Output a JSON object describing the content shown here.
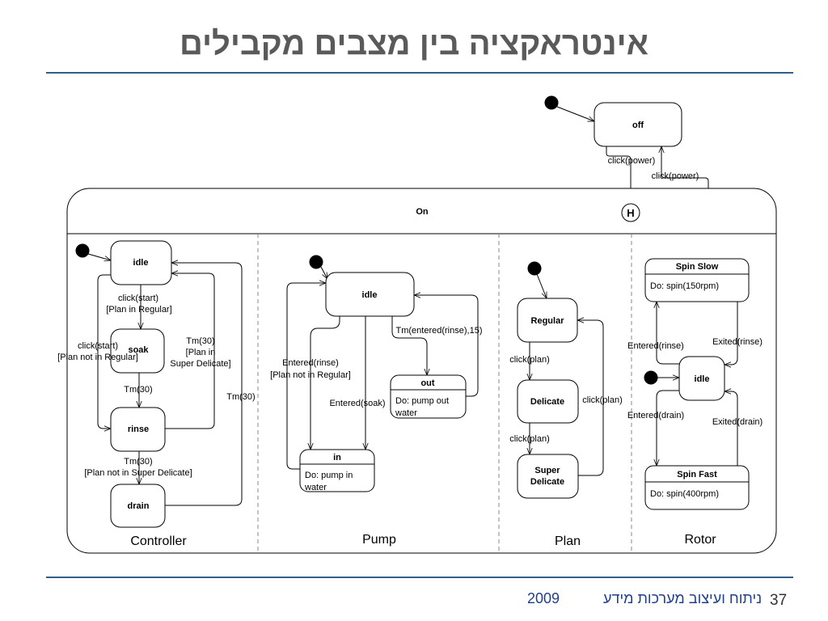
{
  "title": "אינטראקציה בין מצבים מקבילים",
  "footer": {
    "course": "ניתוח  ועיצוב מערכות מידע",
    "year": "2009",
    "page": "37"
  },
  "states": {
    "off": "off",
    "on": "On",
    "history": "H",
    "ctrl_idle": "idle",
    "ctrl_soak": "soak",
    "ctrl_rinse": "rinse",
    "ctrl_drain": "drain",
    "pump_idle": "idle",
    "pump_out": "out",
    "pump_out_do_1": "Do: pump out",
    "pump_out_do_2": "water",
    "pump_in": "in",
    "pump_in_do_1": "Do: pump in",
    "pump_in_do_2": "water",
    "plan_regular": "Regular",
    "plan_delicate": "Delicate",
    "plan_super_1": "Super",
    "plan_super_2": "Delicate",
    "rotor_spin_slow": "Spin Slow",
    "rotor_spin_slow_do": "Do: spin(150rpm)",
    "rotor_idle": "idle",
    "rotor_spin_fast": "Spin Fast",
    "rotor_spin_fast_do": "Do: spin(400rpm)"
  },
  "regions": {
    "controller": "Controller",
    "pump": "Pump",
    "plan": "Plan",
    "rotor": "Rotor"
  },
  "transitions": {
    "off_to_on": "click(power)",
    "on_to_off": "click(power)",
    "idle_to_soak_1": "click(start)",
    "idle_to_soak_2": "[Plan in Regular]",
    "idle_to_rinse_1": "click(start)",
    "idle_to_rinse_2": "[Plan not in Regular]",
    "soak_to_rinse": "Tm(30)",
    "rinse_to_idle_1": "Tm(30)",
    "rinse_to_idle_2": "[Plan in",
    "rinse_to_idle_3": "Super Delicate]",
    "rinse_to_drain_1": "Tm(30)",
    "rinse_to_drain_2": "[Plan not in Super Delicate]",
    "drain_to_idle": "Tm(30)",
    "pump_idle_to_in_1": "Entered(rinse)",
    "pump_idle_to_in_2": "[Plan not in Regular]",
    "pump_idle_to_in_soak": "Entered(soak)",
    "pump_idle_to_out": "Tm(entered(rinse),15)",
    "regular_to_delicate": "click(plan)",
    "delicate_to_super": "click(plan)",
    "super_to_regular": "click(plan)",
    "rotor_idle_to_slow": "Entered(rinse)",
    "rotor_slow_to_idle": "Exited(rinse)",
    "rotor_idle_to_fast": "Entered(drain)",
    "rotor_fast_to_idle": "Exited(drain)"
  }
}
